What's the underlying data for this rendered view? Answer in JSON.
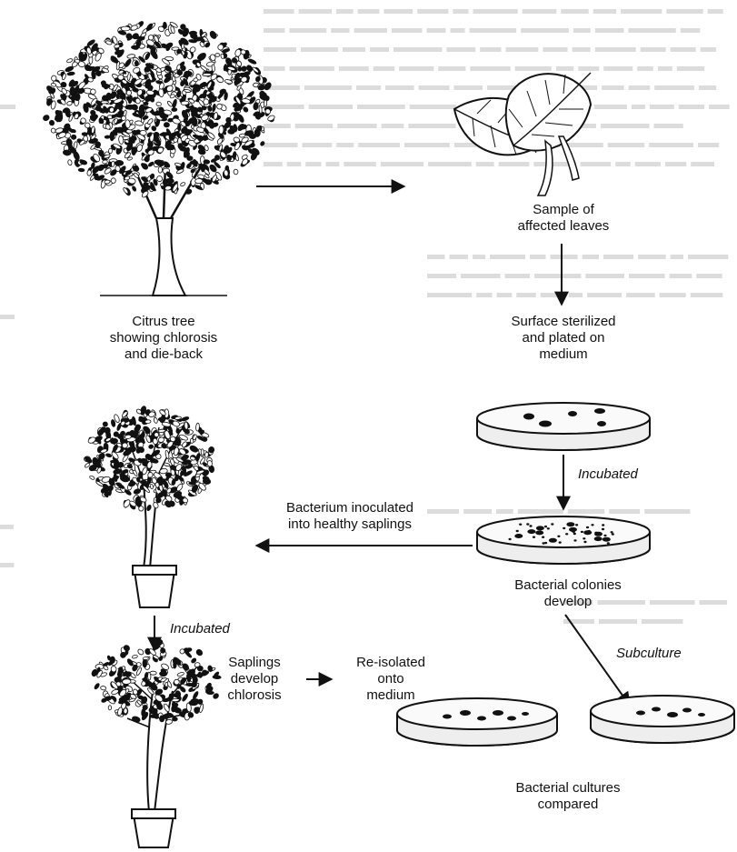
{
  "labels": {
    "citrus_tree": [
      "Citrus tree",
      "showing chlorosis",
      "and die-back"
    ],
    "sample": [
      "Sample of",
      "affected leaves"
    ],
    "sterilized": [
      "Surface sterilized",
      "and plated on",
      "medium"
    ],
    "incubated_1": "Incubated",
    "colonies": [
      "Bacterial colonies",
      "develop"
    ],
    "inoculated": [
      "Bacterium inoculated",
      "into healthy saplings"
    ],
    "incubated_2": "Incubated",
    "subculture": "Subculture",
    "saplings_develop": [
      "Saplings",
      "develop",
      "chlorosis"
    ],
    "reisolated": [
      "Re-isolated",
      "onto",
      "medium"
    ],
    "compared": [
      "Bacterial cultures",
      "compared"
    ]
  },
  "colors": {
    "ink": "#111111",
    "bg_text": "#d8d8d8",
    "dish_fill": "#eeeeee"
  }
}
